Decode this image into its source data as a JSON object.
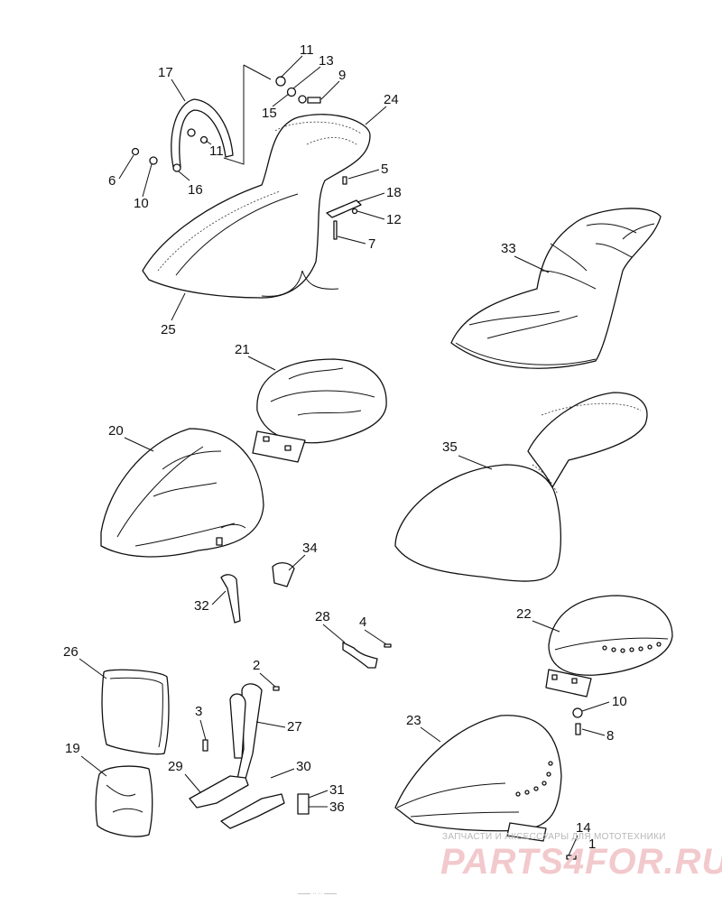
{
  "callouts": [
    "1",
    "2",
    "3",
    "4",
    "5",
    "6",
    "7",
    "8",
    "9",
    "10",
    "11",
    "12",
    "13",
    "14",
    "15",
    "16",
    "17",
    "18",
    "19",
    "20",
    "21",
    "22",
    "23",
    "24",
    "25",
    "26",
    "27",
    "28",
    "29",
    "30",
    "31",
    "32",
    "33",
    "34",
    "35",
    "36"
  ],
  "watermark": {
    "tagline": "ЗАПЧАСТИ И АКСЕССУАРЫ ДЛЯ МОТОТЕХНИКИ",
    "logo": "PARTS4FOR.RU",
    "color": "#e8aeb3"
  },
  "footer_code": "—— ·· ·· ——"
}
